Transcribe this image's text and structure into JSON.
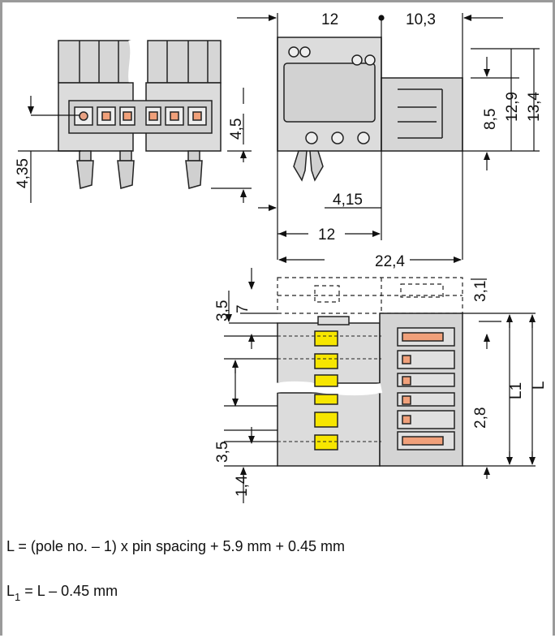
{
  "dimensions": {
    "top_width_left": "12",
    "top_width_right": "10,3",
    "height_8_5": "8,5",
    "height_12_9": "12,9",
    "height_13_4": "13,4",
    "left_4_5": "4,5",
    "left_4_35": "4,35",
    "pin_4_15": "4,15",
    "width_12": "12",
    "width_22_4": "22,4",
    "top_3_1": "3,1",
    "left_3_5_top": "3,5",
    "left_7": "7",
    "pitch_2_8": "2,8",
    "bottom_3_5": "3,5",
    "bottom_1_4": "1,4",
    "length_L1": "L1",
    "length_L": "L"
  },
  "formulas": {
    "L_prefix": "L = (pole no. – 1) x pin spacing + 5.9 mm + 0.45 mm",
    "L1_symbol": "L",
    "L1_subscript": "1",
    "L1_rest": " = L – 0.45 mm"
  },
  "colors": {
    "housing": "#dcdcdc",
    "housing_dark": "#c8c8c8",
    "outline": "#222222",
    "contact_orange": "#f0a07a",
    "latch_yellow": "#f7e600",
    "frame": "#9a9a9a"
  }
}
